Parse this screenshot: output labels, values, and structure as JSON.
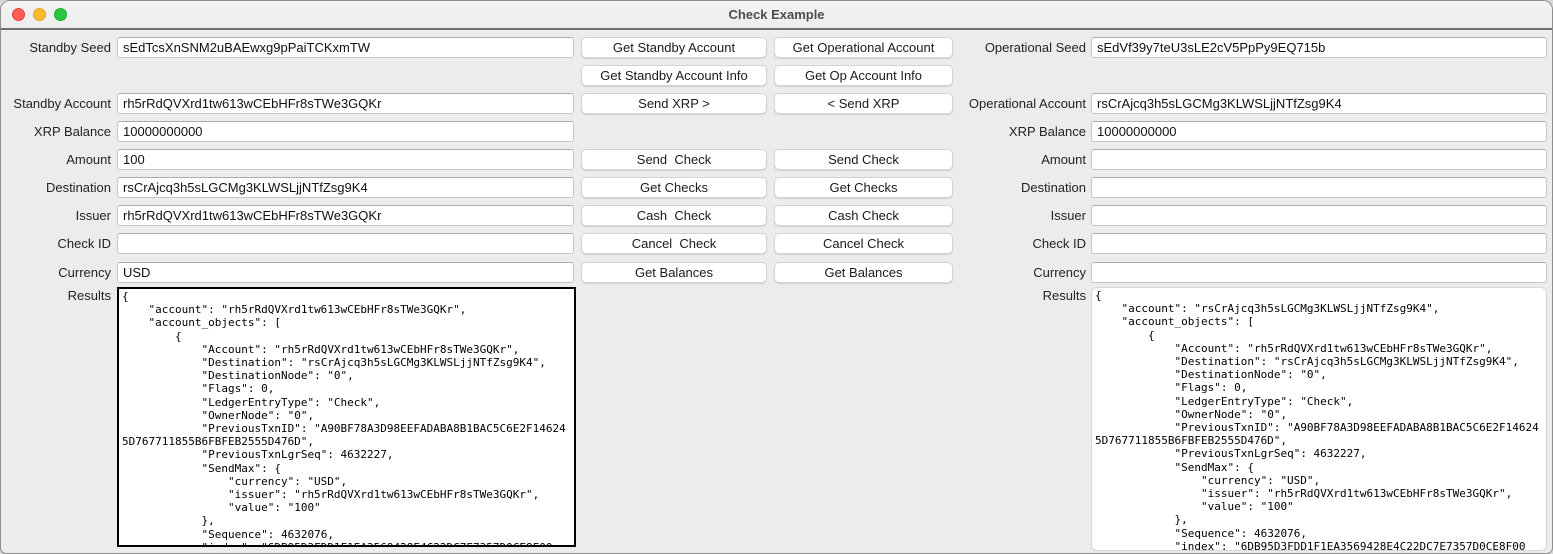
{
  "window": {
    "title": "Check Example"
  },
  "standby": {
    "seed": {
      "label": "Standby Seed",
      "value": "sEdTcsXnSNM2uBAEwxg9pPaiTCKxmTW"
    },
    "account": {
      "label": "Standby Account",
      "value": "rh5rRdQVXrd1tw613wCEbHFr8sTWe3GQKr"
    },
    "xrp_balance": {
      "label": "XRP Balance",
      "value": "10000000000"
    },
    "amount": {
      "label": "Amount",
      "value": "100"
    },
    "destination": {
      "label": "Destination",
      "value": "rsCrAjcq3h5sLGCMg3KLWSLjjNTfZsg9K4"
    },
    "issuer": {
      "label": "Issuer",
      "value": "rh5rRdQVXrd1tw613wCEbHFr8sTWe3GQKr"
    },
    "check_id": {
      "label": "Check ID",
      "value": ""
    },
    "currency": {
      "label": "Currency",
      "value": "USD"
    },
    "results": {
      "label": "Results",
      "text": "{\n    \"account\": \"rh5rRdQVXrd1tw613wCEbHFr8sTWe3GQKr\",\n    \"account_objects\": [\n        {\n            \"Account\": \"rh5rRdQVXrd1tw613wCEbHFr8sTWe3GQKr\",\n            \"Destination\": \"rsCrAjcq3h5sLGCMg3KLWSLjjNTfZsg9K4\",\n            \"DestinationNode\": \"0\",\n            \"Flags\": 0,\n            \"LedgerEntryType\": \"Check\",\n            \"OwnerNode\": \"0\",\n            \"PreviousTxnID\": \"A90BF78A3D98EEFADABA8B1BAC5C6E2F146245D767711855B6FBFEB2555D476D\",\n            \"PreviousTxnLgrSeq\": 4632227,\n            \"SendMax\": {\n                \"currency\": \"USD\",\n                \"issuer\": \"rh5rRdQVXrd1tw613wCEbHFr8sTWe3GQKr\",\n                \"value\": \"100\"\n            },\n            \"Sequence\": 4632076,\n            \"index\": \"6DB95D3FDD1F1EA3569428E4C22DC7E7357D0CE8F00"
    }
  },
  "operational": {
    "seed": {
      "label": "Operational Seed",
      "value": "sEdVf39y7teU3sLE2cV5PpPy9EQ715b"
    },
    "account": {
      "label": "Operational Account",
      "value": "rsCrAjcq3h5sLGCMg3KLWSLjjNTfZsg9K4"
    },
    "xrp_balance": {
      "label": "XRP Balance",
      "value": "10000000000"
    },
    "amount": {
      "label": "Amount",
      "value": ""
    },
    "destination": {
      "label": "Destination",
      "value": ""
    },
    "issuer": {
      "label": "Issuer",
      "value": ""
    },
    "check_id": {
      "label": "Check ID",
      "value": ""
    },
    "currency": {
      "label": "Currency",
      "value": ""
    },
    "results": {
      "label": "Results",
      "text": "{\n    \"account\": \"rsCrAjcq3h5sLGCMg3KLWSLjjNTfZsg9K4\",\n    \"account_objects\": [\n        {\n            \"Account\": \"rh5rRdQVXrd1tw613wCEbHFr8sTWe3GQKr\",\n            \"Destination\": \"rsCrAjcq3h5sLGCMg3KLWSLjjNTfZsg9K4\",\n            \"DestinationNode\": \"0\",\n            \"Flags\": 0,\n            \"LedgerEntryType\": \"Check\",\n            \"OwnerNode\": \"0\",\n            \"PreviousTxnID\": \"A90BF78A3D98EEFADABA8B1BAC5C6E2F146245D767711855B6FBFEB2555D476D\",\n            \"PreviousTxnLgrSeq\": 4632227,\n            \"SendMax\": {\n                \"currency\": \"USD\",\n                \"issuer\": \"rh5rRdQVXrd1tw613wCEbHFr8sTWe3GQKr\",\n                \"value\": \"100\"\n            },\n            \"Sequence\": 4632076,\n            \"index\": \"6DB95D3FDD1F1EA3569428E4C22DC7E7357D0CE8F00"
    }
  },
  "standby_buttons": {
    "get_account": "Get Standby Account",
    "get_account_info": "Get Standby Account Info",
    "send_xrp": "Send XRP >",
    "send_check": "Send  Check",
    "get_checks": "Get Checks",
    "cash_check": "Cash  Check",
    "cancel_check": "Cancel  Check",
    "get_balances": "Get Balances"
  },
  "operational_buttons": {
    "get_account": "Get Operational Account",
    "get_account_info": "Get Op Account Info",
    "send_xrp": "< Send XRP",
    "send_check": "Send Check",
    "get_checks": "Get Checks",
    "cash_check": "Cash Check",
    "cancel_check": "Cancel Check",
    "get_balances": "Get Balances"
  }
}
